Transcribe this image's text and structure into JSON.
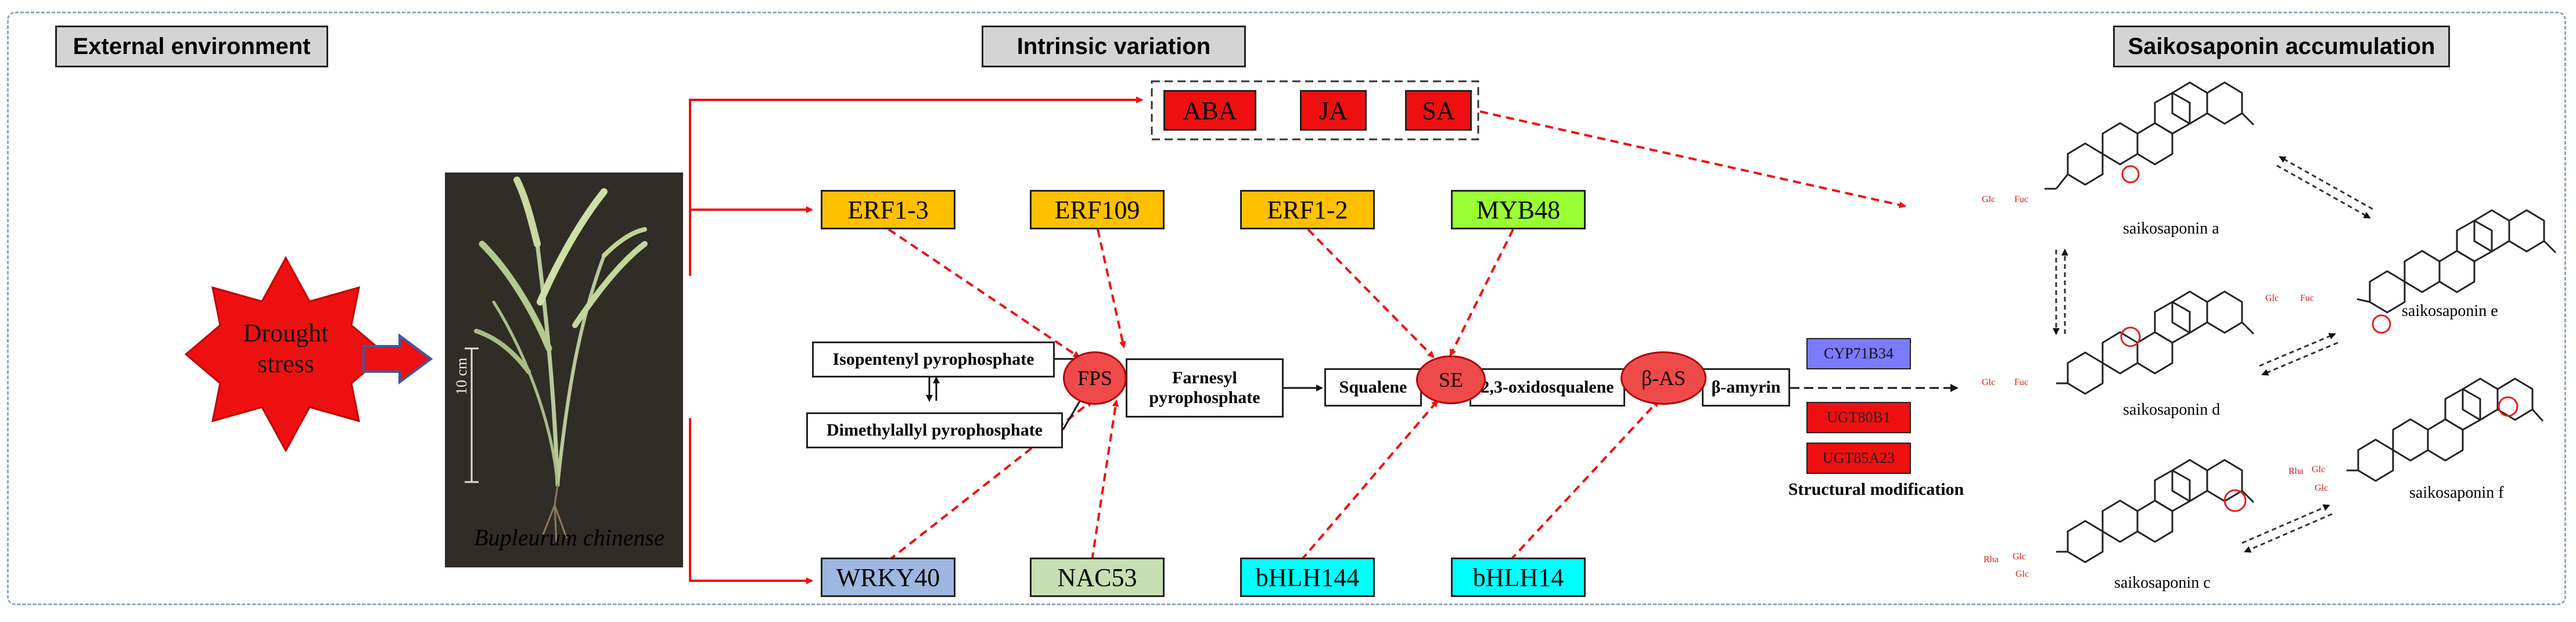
{
  "headers": {
    "external": "External environment",
    "intrinsic": "Intrinsic variation",
    "accumulation": "Saikosaponin accumulation"
  },
  "stress": {
    "label": "Drought\nstress"
  },
  "plant": {
    "caption": "Bupleurum chinense",
    "scale_label": "10 cm"
  },
  "hormones": [
    "ABA",
    "JA",
    "SA"
  ],
  "tfs_top": [
    "ERF1-3",
    "ERF109",
    "ERF1-2",
    "MYB48"
  ],
  "tfs_bottom": [
    "WRKY40",
    "NAC53",
    "bHLH144",
    "bHLH14"
  ],
  "pathway": {
    "ipp": "Isopentenyl pyrophosphate",
    "dmapp": "Dimethylallyl pyrophosphate",
    "fps": "FPS",
    "fpp": "Farnesyl pyrophosphate",
    "squalene": "Squalene",
    "se": "SE",
    "oxidosqualene": "2,3-oxidosqualene",
    "bas": "β-AS",
    "bamyrin": "β-amyrin"
  },
  "modification": {
    "enzymes": [
      "CYP71B34",
      "UGT80B1",
      "UGT85A23"
    ],
    "label": "Structural modification"
  },
  "saponins": {
    "a": "saikosaponin a",
    "e": "saikosaponin e",
    "d": "saikosaponin d",
    "f": "saikosaponin f",
    "c": "saikosaponin c"
  },
  "sugar_labels": {
    "glc": "Glc",
    "fuc": "Fuc",
    "rha": "Rha"
  },
  "colors": {
    "arrow_red": "#ee1010",
    "hormone_fill": "#ee1010",
    "erf_fill": "#ffc000",
    "myb_fill": "#99ff33",
    "wrky_fill": "#9db7e0",
    "nac_fill": "#c6e0b4",
    "bhlh_fill": "#00ffff",
    "cyp_fill": "#7b7bff",
    "enzyme_fill": "#ee4a4a",
    "header_fill": "#d4d4d4"
  }
}
